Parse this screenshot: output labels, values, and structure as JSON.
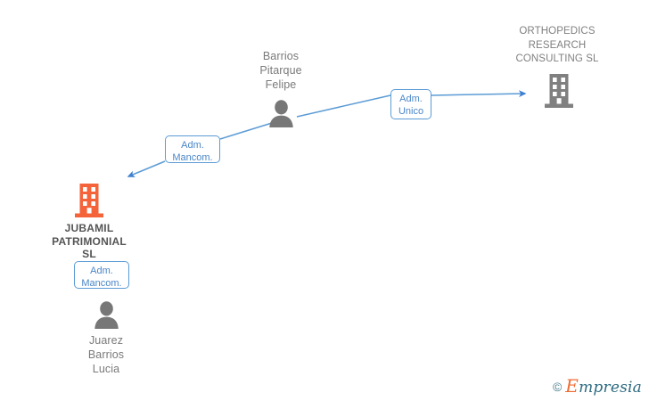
{
  "meta": {
    "background_color": "#ffffff",
    "accent_blue": "#5b9bd5",
    "accent_orange": "#f4633a",
    "node_gray": "#7a7a7a"
  },
  "graph": {
    "nodes": [
      {
        "id": "barrios-pitarque-felipe",
        "type": "person",
        "label": "Barrios\nPitarque\nFelipe",
        "icon": "person-icon",
        "icon_color": "#777777",
        "highlighted": false
      },
      {
        "id": "orthopedics-research-consulting-sl",
        "type": "company",
        "label": "ORTHOPEDICS\nRESEARCH\nCONSULTING SL",
        "icon": "building-icon",
        "icon_color": "#808080",
        "highlighted": false
      },
      {
        "id": "jubamil-patrimonial-sl",
        "type": "company",
        "label": "JUBAMIL\nPATRIMONIAL\nSL",
        "icon": "building-icon",
        "icon_color": "#f4633a",
        "highlighted": true
      },
      {
        "id": "juarez-barrios-lucia",
        "type": "person",
        "label": "Juarez\nBarrios\nLucia",
        "icon": "person-icon",
        "icon_color": "#777777",
        "highlighted": false
      }
    ],
    "edges": [
      {
        "id": "edge-felipe-to-orthopedics",
        "from": "barrios-pitarque-felipe",
        "to": "orthopedics-research-consulting-sl",
        "label": "Adm.\nUnico",
        "direction": "right"
      },
      {
        "id": "edge-felipe-to-jubamil",
        "from": "barrios-pitarque-felipe",
        "to": "jubamil-patrimonial-sl",
        "label": "Adm.\nMancom.",
        "direction": "down-left"
      },
      {
        "id": "edge-lucia-to-jubamil",
        "from": "juarez-barrios-lucia",
        "to": "jubamil-patrimonial-sl",
        "label": "Adm.\nMancom.",
        "direction": "up"
      }
    ]
  },
  "watermark": {
    "copyright": "©",
    "brand_initial": "E",
    "brand_rest": "mpresia"
  }
}
